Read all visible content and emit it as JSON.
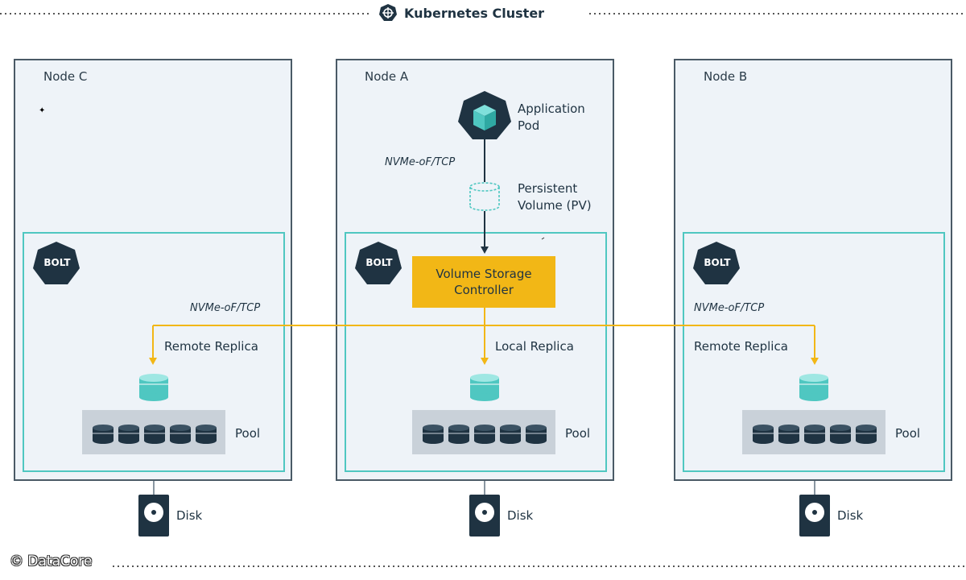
{
  "cluster": {
    "title": "Kubernetes Cluster"
  },
  "nodes": [
    {
      "label": "Node C",
      "replica_label": "Remote Replica",
      "pool_label": "Pool",
      "disk_label": "Disk",
      "protocol": "NVMe-oF/TCP",
      "badge": "BOLT"
    },
    {
      "label": "Node A",
      "replica_label": "Local Replica",
      "pool_label": "Pool",
      "disk_label": "Disk",
      "badge": "BOLT"
    },
    {
      "label": "Node B",
      "replica_label": "Remote Replica",
      "pool_label": "Pool",
      "disk_label": "Disk",
      "protocol": "NVMe-oF/TCP",
      "badge": "BOLT"
    }
  ],
  "app_pod": {
    "line1": "Application",
    "line2": "Pod",
    "icon": "cube-icon"
  },
  "pv": {
    "line1": "Persistent",
    "line2": "Volume (PV)"
  },
  "top_protocol": "NVMe-oF/TCP",
  "controller": {
    "line1": "Volume Storage",
    "line2": "Controller"
  },
  "copyright": "© DataCore",
  "colors": {
    "teal": "#4fc7c1",
    "navy": "#1f3342",
    "yellow": "#f2b716",
    "node_bg": "#eef3f8"
  }
}
